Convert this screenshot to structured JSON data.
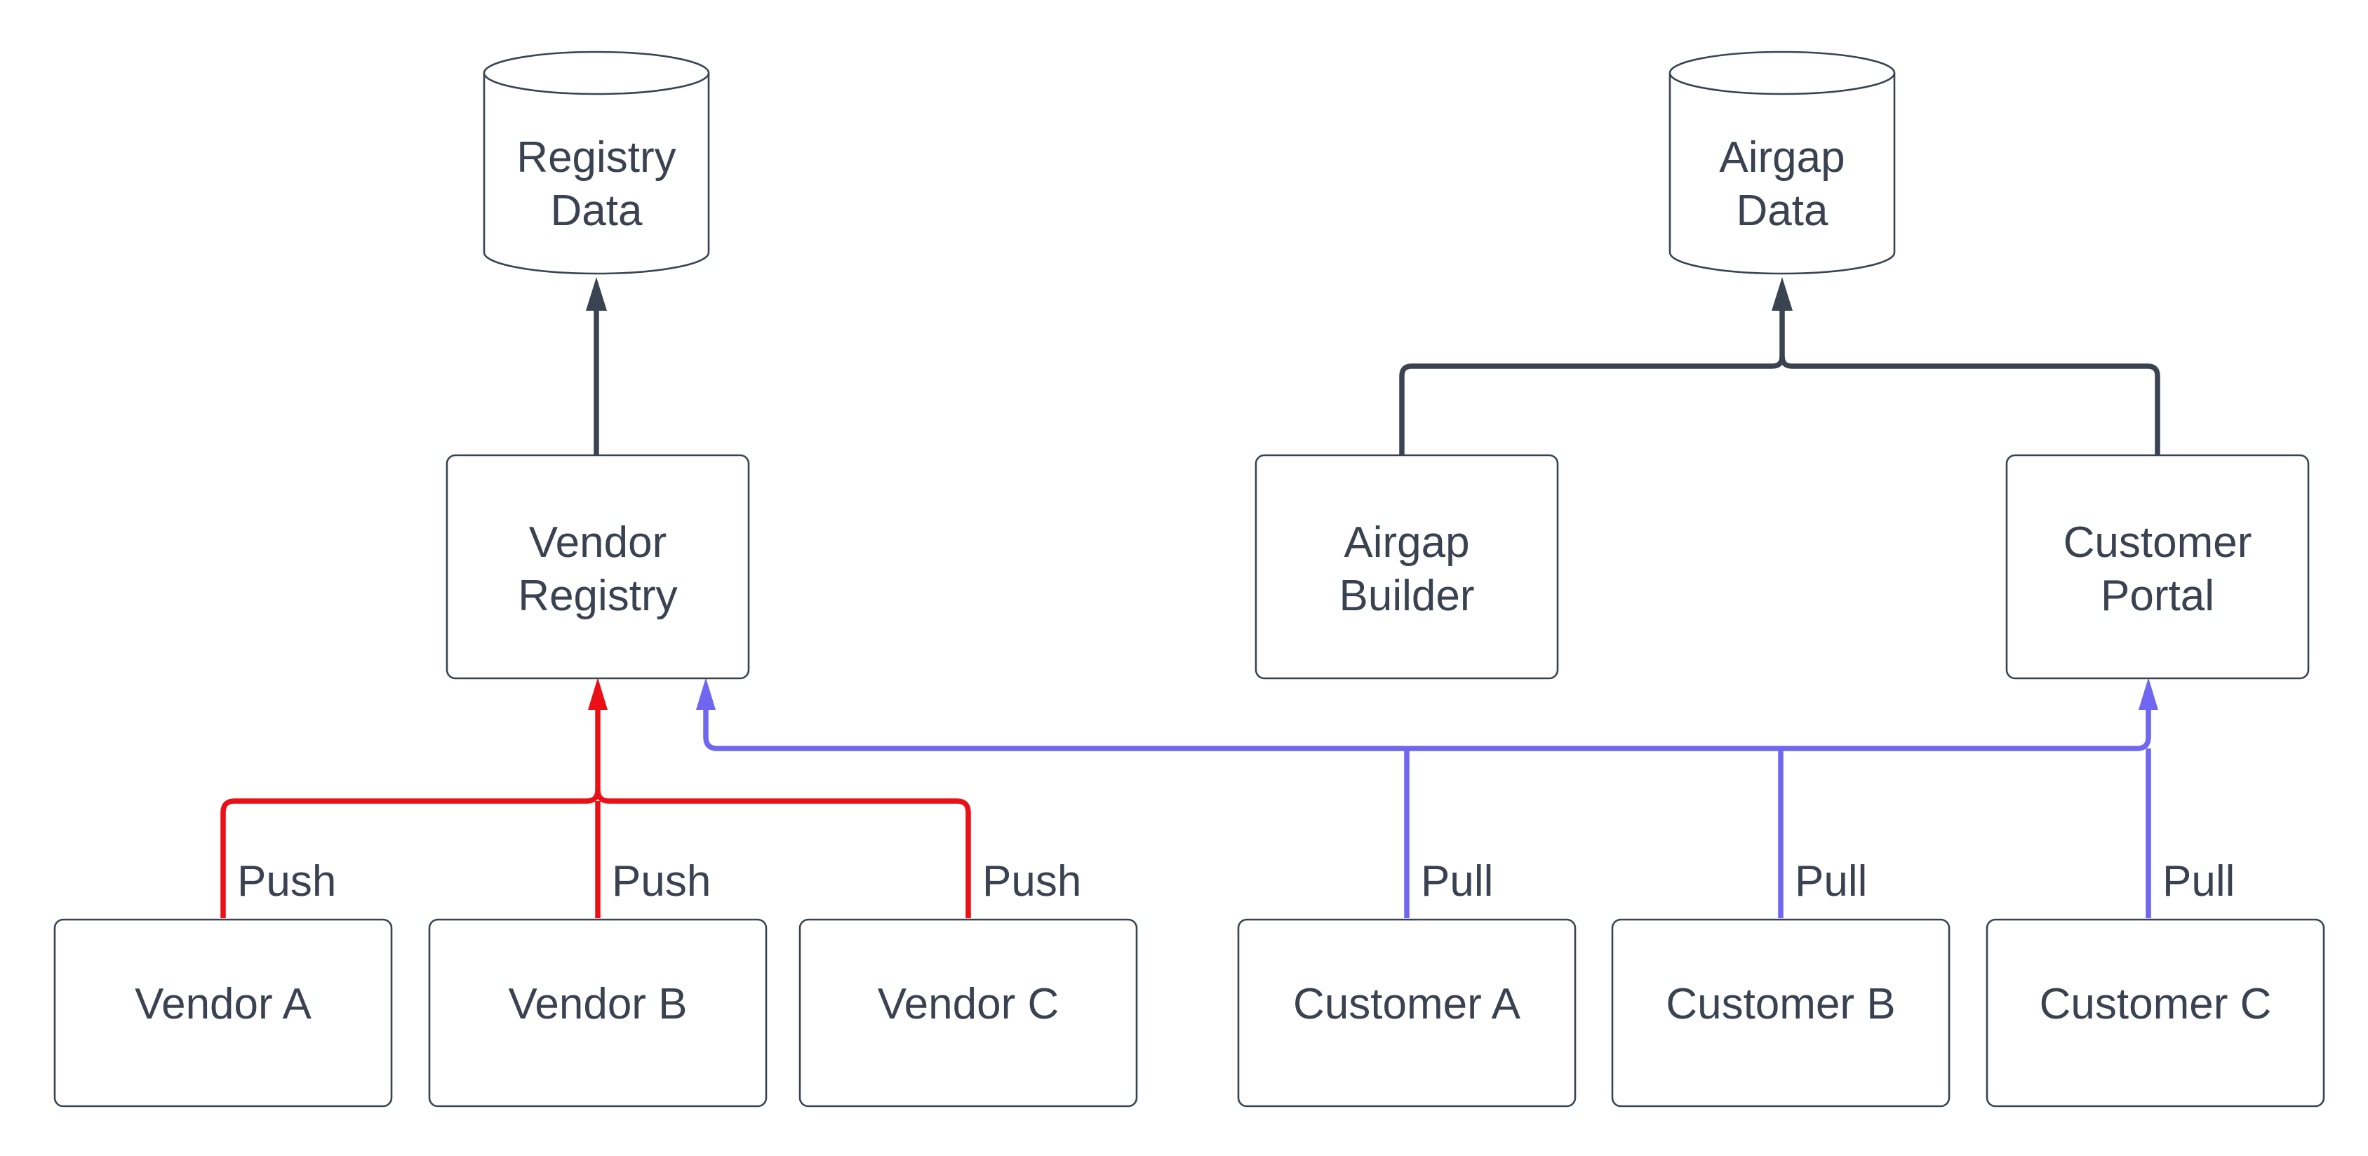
{
  "colors": {
    "background": "#ffffff",
    "node_fill": "#ffffff",
    "node_border": "#3a4351",
    "text": "#3a4150",
    "edge_dark": "#3a4351",
    "edge_push": "#ea1016",
    "edge_pull": "#6f66f1"
  },
  "nodes": {
    "registry_data": {
      "line1": "Registry",
      "line2": "Data"
    },
    "airgap_data": {
      "line1": "Airgap",
      "line2": "Data"
    },
    "vendor_registry": {
      "line1": "Vendor",
      "line2": "Registry"
    },
    "airgap_builder": {
      "line1": "Airgap",
      "line2": "Builder"
    },
    "customer_portal": {
      "line1": "Customer",
      "line2": "Portal"
    },
    "vendor_a": {
      "label": "Vendor A"
    },
    "vendor_b": {
      "label": "Vendor B"
    },
    "vendor_c": {
      "label": "Vendor C"
    },
    "customer_a": {
      "label": "Customer A"
    },
    "customer_b": {
      "label": "Customer B"
    },
    "customer_c": {
      "label": "Customer C"
    }
  },
  "edge_labels": {
    "push_a": "Push",
    "push_b": "Push",
    "push_c": "Push",
    "pull_a": "Pull",
    "pull_b": "Pull",
    "pull_c": "Pull"
  }
}
